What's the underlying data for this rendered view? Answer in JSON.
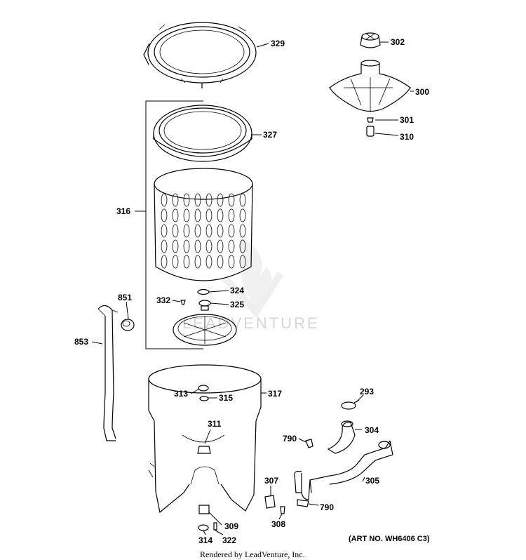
{
  "labels": {
    "l329": "329",
    "l302": "302",
    "l300": "300",
    "l301": "301",
    "l310": "310",
    "l327": "327",
    "l316": "316",
    "l324": "324",
    "l332": "332",
    "l325": "325",
    "l851": "851",
    "l853": "853",
    "l313": "313",
    "l315": "315",
    "l317": "317",
    "l311": "311",
    "l293": "293",
    "l304": "304",
    "l790a": "790",
    "l305": "305",
    "l307": "307",
    "l790b": "790",
    "l308": "308",
    "l309": "309",
    "l314": "314",
    "l322": "322"
  },
  "art_number": "(ART NO. WH6406 C3)",
  "footer": "Rendered by LeadVenture, Inc.",
  "watermark": "LEADVENTURE"
}
